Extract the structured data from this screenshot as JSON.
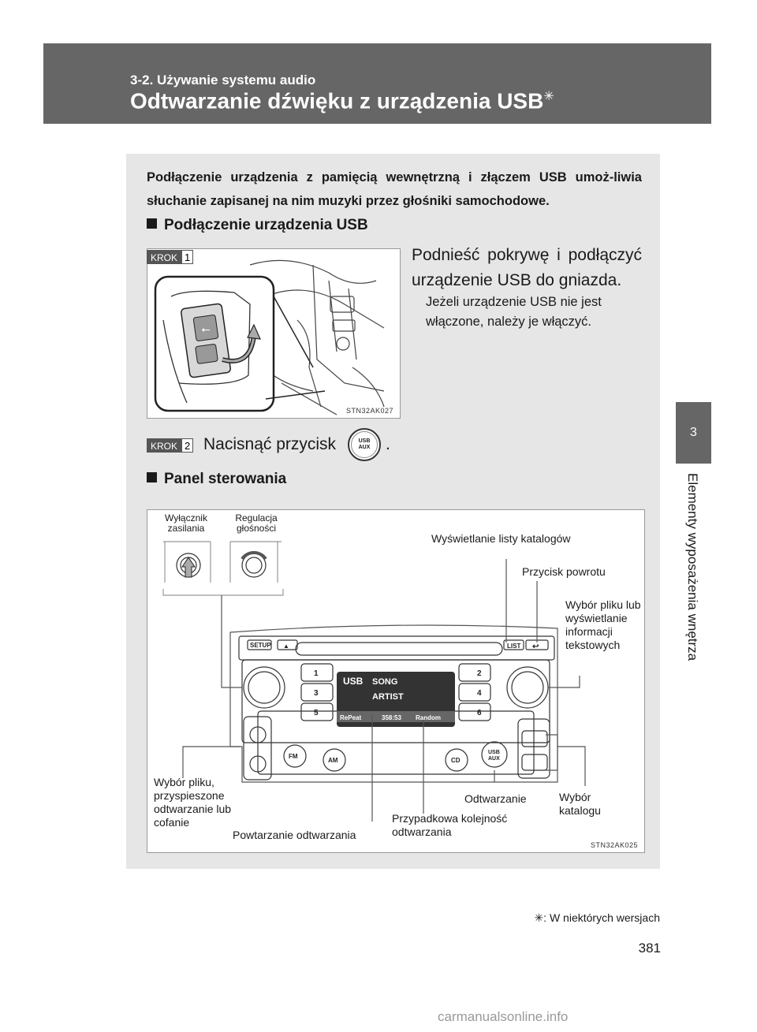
{
  "header": {
    "section": "3-2. Używanie systemu audio",
    "title": "Odtwarzanie dźwięku z urządzenia USB",
    "title_mark": "✳"
  },
  "chapter": {
    "number": "3",
    "title": "Elementy wyposażenia wnętrza"
  },
  "intro": "Podłączenie urządzenia z pamięcią wewnętrzną i złączem USB umoż-liwia słuchanie zapisanej na nim muzyki przez głośniki samochodowe.",
  "section_connect": {
    "heading": "Podłączenie urządzenia USB",
    "step_label": "KROK",
    "step1_num": "1",
    "step1_text": "Podnieść pokrywę i podłączyć urządzenie USB do gniazda.",
    "step1_note": "Jeżeli urządzenie USB nie jest włączone, należy je włączyć.",
    "image1_code": "STN32AK027",
    "step2_num": "2",
    "step2_text": "Nacisnąć przycisk",
    "step2_end": ".",
    "usb_button_line1": "USB",
    "usb_button_line2": "AUX"
  },
  "section_panel": {
    "heading": "Panel sterowania",
    "image2_code": "STN32AK025",
    "callouts": {
      "power_switch": "Wyłącznik zasilania",
      "volume": "Regulacja głośności",
      "folder_list": "Wyświetlanie listy katalogów",
      "back_button": "Przycisk powrotu",
      "file_select": "Wybór pliku lub wyświetlanie informacji tekstowych",
      "file_select_fast": "Wybór pliku, przyspieszone odtwarzanie lub cofanie",
      "repeat": "Powtarzanie odtwarzania",
      "random": "Przypadkowa kolejność odtwarzania",
      "play": "Odtwarzanie",
      "folder_select": "Wybór katalogu"
    },
    "radio_labels": {
      "setup": "SETUP",
      "eject": "▲",
      "list": "LIST",
      "back": "↩",
      "fm": "FM",
      "am": "AM",
      "cd": "CD",
      "usb": "USB",
      "aux": "AUX",
      "song": "SONG",
      "artist": "ARTIST",
      "rpt": "RePeat",
      "time": "358:53",
      "rdm": "Random",
      "usb_display": "USB",
      "presets": [
        "1",
        "2",
        "3",
        "4",
        "5",
        "6"
      ]
    }
  },
  "footnote": "✳: W niektórych wersjach",
  "page_number": "381",
  "watermark": "carmanualsonline.info"
}
